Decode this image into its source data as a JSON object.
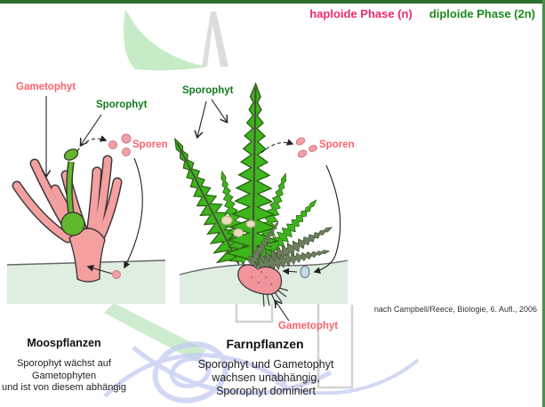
{
  "legend": {
    "haploid_label": "haploide Phase (n)",
    "diploid_label": "diploide Phase (2n)"
  },
  "moss_section": {
    "gametophyte_label": "Gametophyt",
    "sporophyte_label": "Sporophyt",
    "spores_label": "Sporen",
    "heading": "Moospflanzen",
    "description_line1": "Sporophyt wächst auf",
    "description_line2": "Gametophyten",
    "description_line3": "und ist von diesem abhängig"
  },
  "fern_section": {
    "sporophyte_label": "Sporophyt",
    "spores_label": "Sporen",
    "gametophyte_label": "Gametophyt",
    "heading": "Farnpflanzen",
    "description_line1": "Sporophyt und Gametophyt",
    "description_line2": "wachsen unabhängig,",
    "description_line3": "Sporophyt dominiert"
  },
  "citation": "nach Campbell/Reece, Biologie, 6. Aufl., 2006",
  "colors": {
    "haploid_pink": "#ed2a6a",
    "diploid_green": "#1b8a1b",
    "label_pink": "#f9636c",
    "label_green": "#157a1f",
    "moss_pink": "#f5a0a0",
    "moss_sporophyte_green": "#62b82c",
    "fern_green": "#3db51c",
    "ground_green": "#dfeee0",
    "frame_green": "#2c6e2c"
  }
}
